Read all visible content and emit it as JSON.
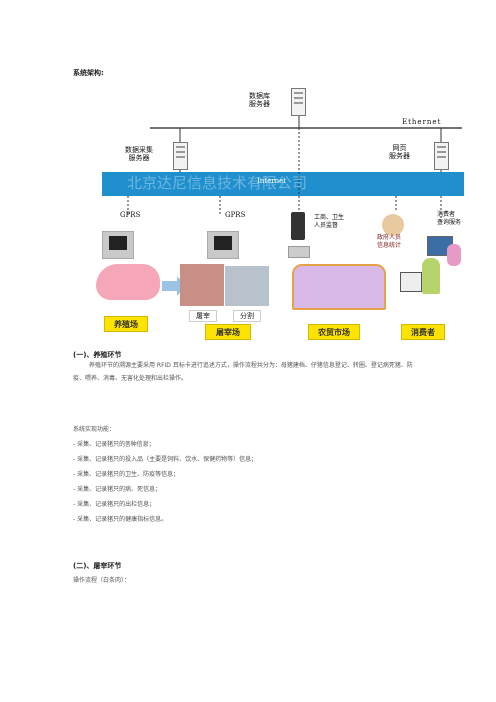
{
  "section_title": "系统架构:",
  "diagram": {
    "db_server": "数据库\n服务器",
    "ethernet": "Ethernet",
    "data_server": "数据采集\n服务器",
    "web_server": "网页\n服务器",
    "internet": "Internet",
    "watermark": "北京达尼信息技术有限公司",
    "gprs_left": "GPRS",
    "gprs_right": "GPRS",
    "inspector": "工商、卫生\n人员监督",
    "gov_staff": "政府人员\n信息统计",
    "consumer_query": "消费者\n查询服务",
    "slaughter_label": "屠宰",
    "cutting_label": "分割",
    "farm": "养殖场",
    "slaughterhouse": "屠宰场",
    "market": "农贸市场",
    "consumer": "消费者"
  },
  "section1": {
    "title": "(一)、养殖环节",
    "paragraph": "养殖环节的溯源主要采用 RFID 耳标卡进行追述方式，操作流程共分为：母猪建档、仔猪信息登记、转圈、登记病死猪、防疫、喂养、消毒、无害化处理和出栏操作。",
    "features_title": "系统实现功能：",
    "features": [
      "-  采集、记录猪只的품种信息；",
      "-  采集、记录猪只的投入品（主要是饲料、饮水、保健药物等）信息；",
      "-  采集、记录猪只的卫生、防疫等信息；",
      "-  采集、记录猪只的病、死信息；",
      "-  采集、记录猪只的出栏信息；",
      "-  采集、记录猪只的健康指标信息。"
    ]
  },
  "section2": {
    "title": "(二)、屠宰环节",
    "paragraph": "操作流程（白条肉）："
  }
}
